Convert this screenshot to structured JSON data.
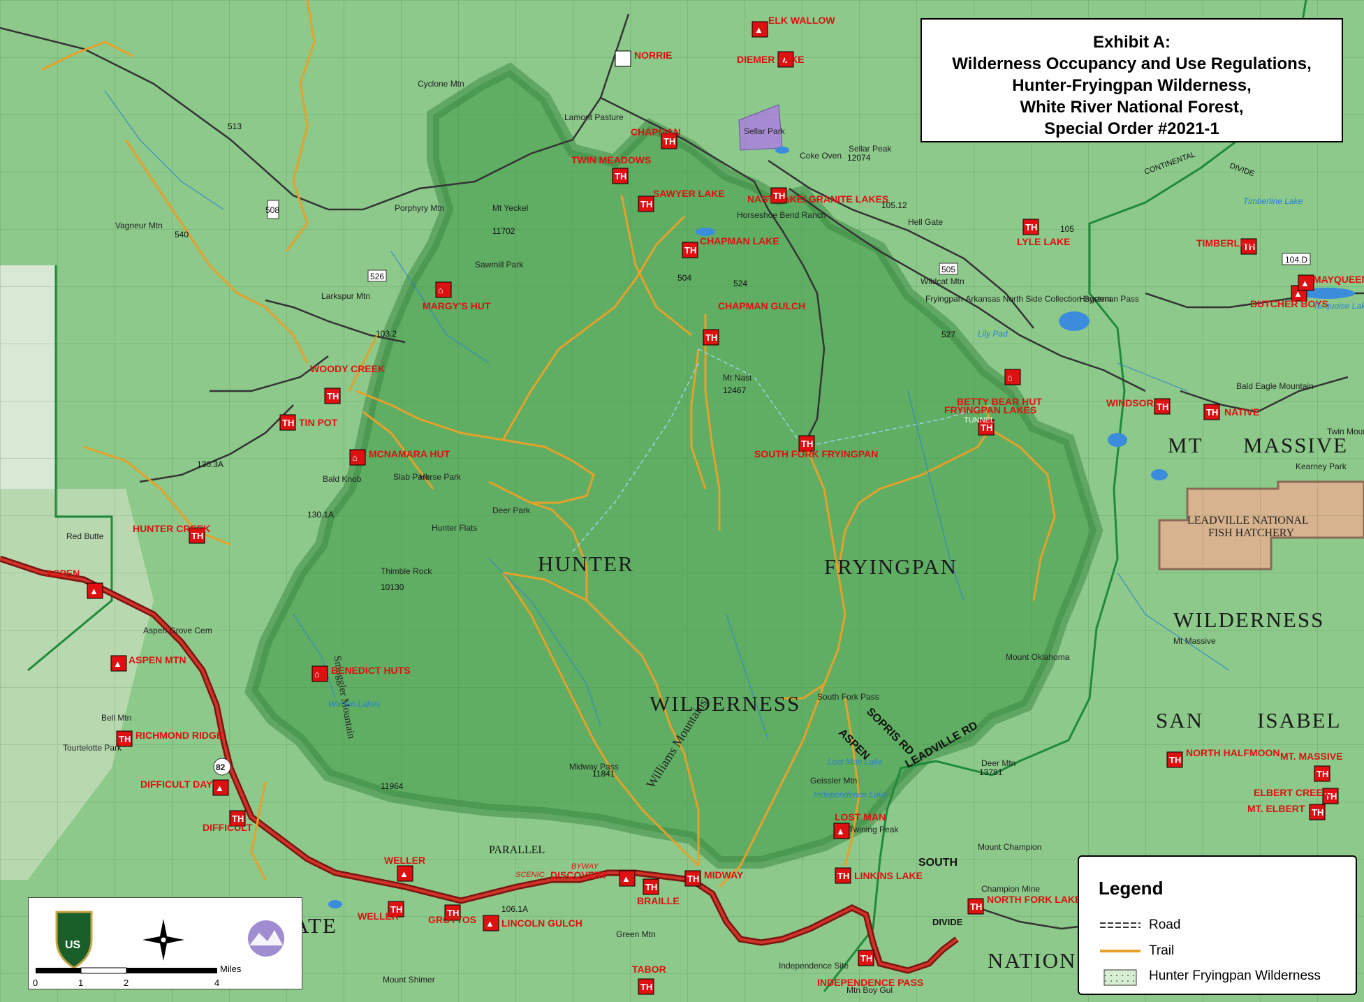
{
  "title": {
    "line1": "Exhibit A:",
    "line2": "Wilderness Occupancy and Use Regulations,",
    "line3": "Hunter-Fryingpan Wilderness,",
    "line4": "White River National Forest,",
    "line5": "Special Order #2021-1"
  },
  "legend": {
    "heading": "Legend",
    "road": "Road",
    "trail": "Trail",
    "wilderness": "Hunter Fryingpan Wilderness"
  },
  "scale_bar": {
    "unit": "Miles",
    "ticks": [
      "0",
      "1",
      "2",
      "4"
    ]
  },
  "colors": {
    "wilderness": "#5fae63",
    "background": "#8cc98a",
    "trail": "#e5a12a",
    "road": "#333333",
    "highway": "#c0261c",
    "label_red": "#d11111"
  },
  "region_labels": {
    "hunter": "HUNTER",
    "fryingpan": "FRYINGPAN",
    "wilderness": "WILDERNESS",
    "mt": "MT",
    "massive": "MASSIVE",
    "wilderness2": "WILDERNESS",
    "san": "SAN",
    "isabel": "ISABEL",
    "nation": "NATION",
    "ate": "ATE",
    "leadville_hatchery_1": "LEADVILLE NATIONAL",
    "leadville_hatchery_2": "FISH HATCHERY",
    "williams_mountains": "Williams Mountains",
    "smuggler_mountain": "Smuggler Mountain"
  },
  "trailheads": [
    {
      "label": "TWIN MEADOWS"
    },
    {
      "label": "SAWYER LAKE"
    },
    {
      "label": "CHAPMAN LAKE"
    },
    {
      "label": "CHAPMAN GULCH"
    },
    {
      "label": "SOUTH FORK FRYINGPAN"
    },
    {
      "label": "FRYINGPAN LAKES"
    },
    {
      "label": "WOODY CREEK"
    },
    {
      "label": "TIN POT"
    },
    {
      "label": "HUNTER CREEK"
    },
    {
      "label": "RICHMOND RIDGE"
    },
    {
      "label": "LINKINS LAKE"
    },
    {
      "label": "INDEPENDENCE PASS"
    },
    {
      "label": "WINDSOR"
    },
    {
      "label": "NATIVE"
    },
    {
      "label": "LYLE LAKE"
    },
    {
      "label": "TIMBERLINE"
    },
    {
      "label": "NORTH FORK LAKE CREEK"
    },
    {
      "label": "NORTH HALFMOON"
    },
    {
      "label": "MT. MASSIVE"
    },
    {
      "label": "ELBERT CREEK"
    },
    {
      "label": "MT. ELBERT"
    },
    {
      "label": "WELLER"
    },
    {
      "label": "GROTTOS"
    },
    {
      "label": "LINCOLN GULCH"
    },
    {
      "label": "DISCOVERY"
    },
    {
      "label": "BRAILLE"
    },
    {
      "label": "TABOR"
    },
    {
      "label": "DIFFICULT DAY"
    },
    {
      "label": "DIFFICULT"
    },
    {
      "label": "ELK WALLOW"
    },
    {
      "label": "DIEMER LAKE"
    },
    {
      "label": "CHAPMAN"
    },
    {
      "label": "NAST LAKE/ GRANITE LAKES"
    },
    {
      "label": "MARGY'S HUT"
    },
    {
      "label": "MCNAMARA HUT"
    },
    {
      "label": "BENEDICT HUTS"
    },
    {
      "label": "BETTY BEAR HUT"
    },
    {
      "label": "BUTCHER BOYS"
    },
    {
      "label": "MAYQUEEN"
    },
    {
      "label": "ASPEN MTN"
    },
    {
      "label": "NORRIE"
    },
    {
      "label": "ASPEN"
    },
    {
      "label": "MIDWAY"
    },
    {
      "label": "LOST MAN"
    },
    {
      "label": "WELLER"
    }
  ],
  "place_names": [
    "Mt Yeckel",
    "Sawmill Park",
    "Porphyry Mtn",
    "Larkspur Mtn",
    "Mt Nast",
    "Sellar Peak",
    "Cyclone Mtn",
    "Lamont Pasture",
    "Thimble Rock",
    "Slab Park",
    "Horse Park",
    "Hunter Flats",
    "Deer Park",
    "Bald Knob",
    "Red Butte",
    "Aspen Grove Cem",
    "Bell Mtn",
    "Tourtelotte Park",
    "Midway Pass",
    "Warren Lakes",
    "South Fork Pass",
    "Geissler Mtn",
    "Twining Peak",
    "Independence Lake",
    "Lost Man Lake",
    "Deer Mtn",
    "Mount Oklahoma",
    "Mt Massive",
    "Mount Champion",
    "Champion Mine",
    "Bald Eagle Mountain",
    "Twin Mounds",
    "Kearney Park",
    "Hagerman Pass",
    "Wildcat Mtn",
    "Hell Gate",
    "Horseshoe Bend Ranch",
    "Coke Oven",
    "Sellar Park",
    "Vagneur Mtn",
    "Green Mtn",
    "Mount Shimer",
    "Independence Site",
    "Mtn Boy Gul",
    "Turquoise Lake",
    "Fryingpan-Arkansas North Side Collection System",
    "Lily Pad",
    "Timberline Lake"
  ],
  "road_labels": [
    "SOPRIS RD",
    "ASPEN",
    "LEADVILLE RD",
    "SOUTH",
    "DIVIDE",
    "PARALLEL",
    "SCENIC",
    "BYWAY",
    "CONTINENTAL",
    "DIVIDE",
    "TUNNEL",
    "82",
    "105",
    "104.D"
  ],
  "numbers": [
    "505",
    "526",
    "508",
    "540",
    "513",
    "103.2",
    "130.3A",
    "130.1A",
    "106.1A",
    "105.12",
    "504",
    "524",
    "527",
    "11841",
    "11964",
    "12467",
    "12074",
    "13781",
    "11702",
    "10130"
  ]
}
